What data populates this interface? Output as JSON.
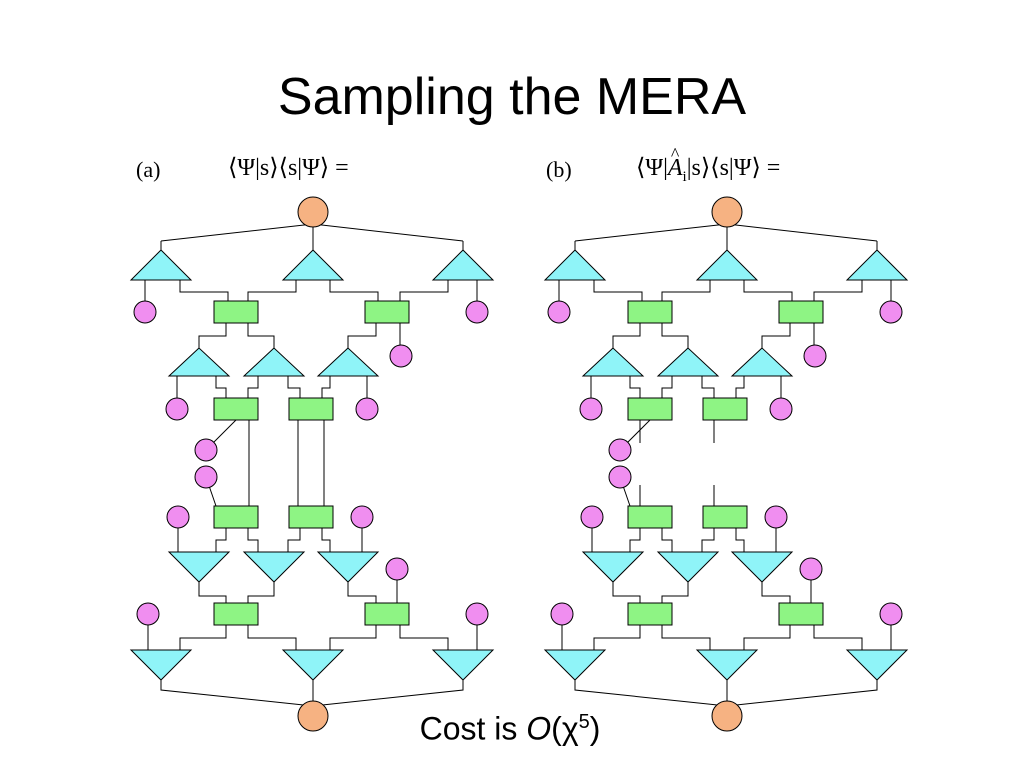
{
  "title": "Sampling the MERA",
  "panel_a": {
    "label": "(a)",
    "formula": "⟨Ψ|s⟩⟨s|Ψ⟩ ="
  },
  "panel_b": {
    "label": "(b)",
    "formula_prefix": "⟨Ψ|",
    "formula_op": "A",
    "formula_op_sub": "i",
    "formula_suffix": "|s⟩⟨s|Ψ⟩ ="
  },
  "cost": {
    "prefix": "Cost is ",
    "big_o": "O",
    "chi": "(χ",
    "exponent": "5",
    "suffix": ")"
  },
  "colors": {
    "top_node": "#f6b282",
    "isometry": "#8ff4f8",
    "disentangler": "#8ef484",
    "spin": "#f08ef0",
    "operator": "#fbfb9a",
    "stroke": "#000000"
  }
}
